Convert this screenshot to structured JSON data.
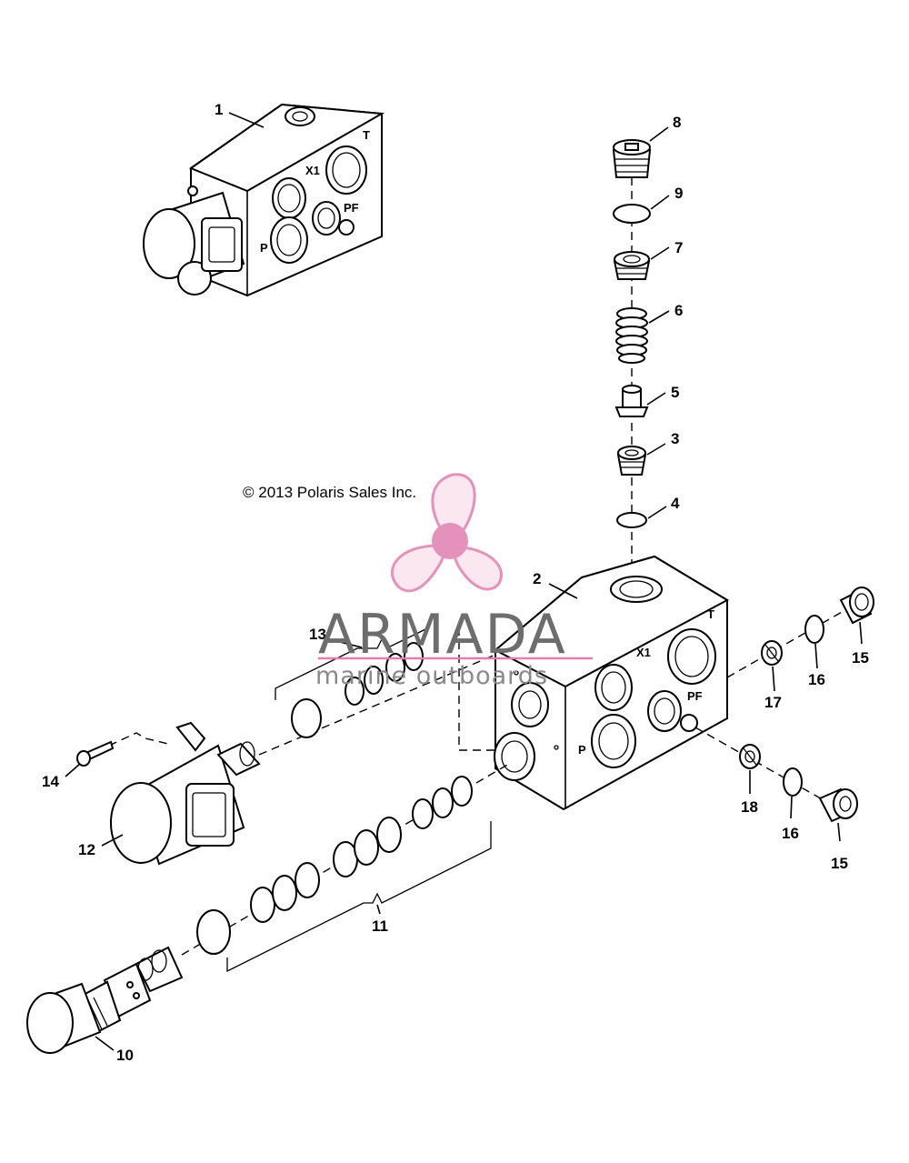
{
  "copyright": "© 2013 Polaris Sales Inc.",
  "watermark": {
    "brand": "ARMADA",
    "tagline": "marine outboards",
    "logo_color": "#e07fb0",
    "text_color": "#6d6d6d"
  },
  "callouts": {
    "c1": "1",
    "c2": "2",
    "c3": "3",
    "c4": "4",
    "c5": "5",
    "c6": "6",
    "c7": "7",
    "c8": "8",
    "c9": "9",
    "c10": "10",
    "c11": "11",
    "c12": "12",
    "c13": "13",
    "c14": "14",
    "c15a": "15",
    "c15b": "15",
    "c16a": "16",
    "c16b": "16",
    "c17": "17",
    "c18": "18"
  },
  "ports": {
    "top_t": "T",
    "top_x1": "X1",
    "top_pf": "PF",
    "top_p": "P",
    "main_t": "T",
    "main_x1": "X1",
    "main_pf": "PF",
    "main_p": "P"
  }
}
